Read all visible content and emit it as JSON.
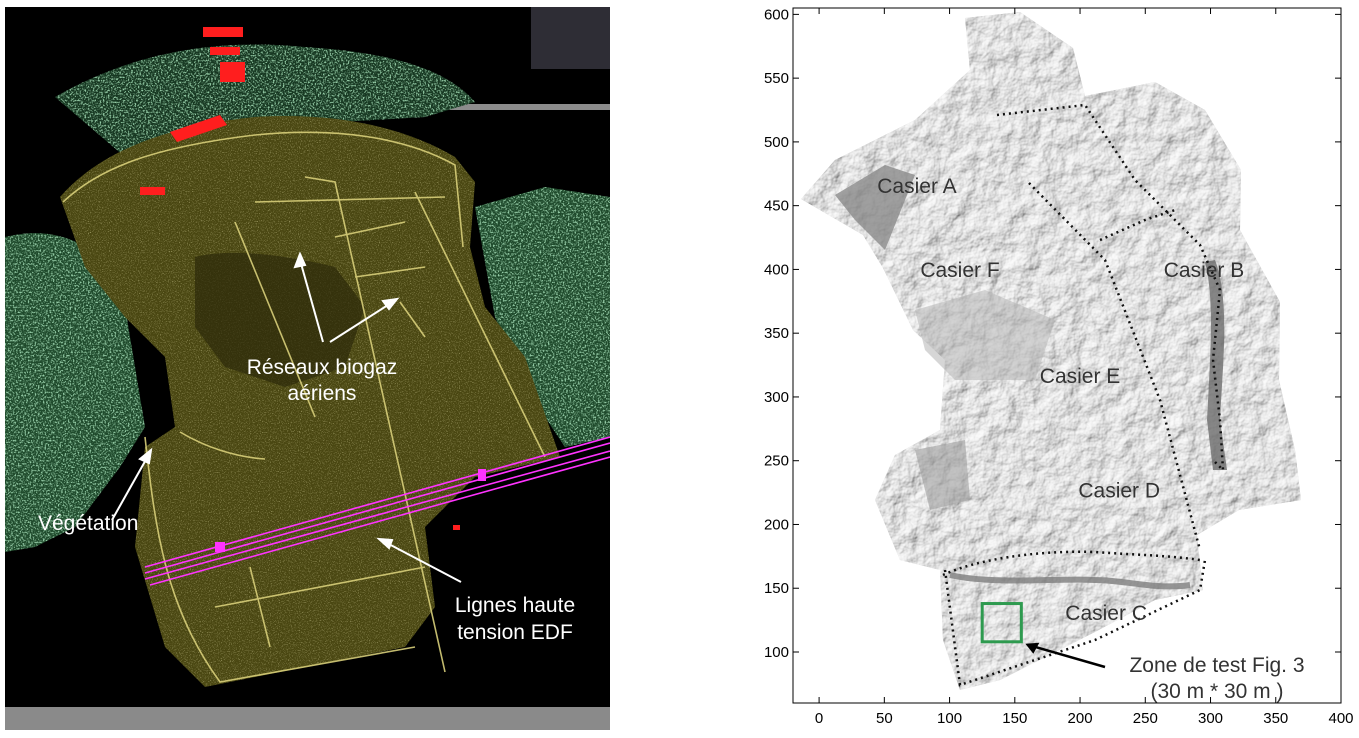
{
  "left": {
    "labels": {
      "reseaux_line1": "Réseaux biogaz",
      "reseaux_line2": "aériens",
      "vegetation": "Végétation",
      "lignes_line1": "Lignes haute",
      "lignes_line2": "tension EDF"
    },
    "colors": {
      "background": "#000000",
      "ground": "#4a4712",
      "vegetation": "#3f8a55",
      "network": "#d8cf7a",
      "power_lines": "#ff33ff",
      "buildings": "#ff1e1e"
    }
  },
  "right": {
    "chart_data": {
      "type": "map",
      "x_ticks": [
        "0",
        "50",
        "100",
        "150",
        "200",
        "250",
        "300",
        "350",
        "400"
      ],
      "y_ticks": [
        "600",
        "550",
        "500",
        "450",
        "400",
        "350",
        "300",
        "250",
        "200",
        "150",
        "100"
      ],
      "xlim": [
        -20,
        400
      ],
      "ylim": [
        60,
        605
      ],
      "zones": [
        {
          "label": "Casier A",
          "x": 75,
          "y": 460
        },
        {
          "label": "Casier B",
          "x": 295,
          "y": 394
        },
        {
          "label": "Casier F",
          "x": 108,
          "y": 394
        },
        {
          "label": "Casier E",
          "x": 200,
          "y": 311
        },
        {
          "label": "Casier D",
          "x": 230,
          "y": 221
        },
        {
          "label": "Casier C",
          "x": 220,
          "y": 125
        }
      ],
      "test_zone": {
        "label_line1": "Zone de test Fig. 3",
        "label_line2": "(30 m * 30 m )",
        "x": [
          125,
          155
        ],
        "y": [
          108,
          138
        ]
      }
    },
    "colors": {
      "terrain": "#dcdcdc",
      "terrain_shadow": "#9a9a9a",
      "test_box": "#2e9a4f",
      "dotted_boundary": "#111111"
    }
  }
}
